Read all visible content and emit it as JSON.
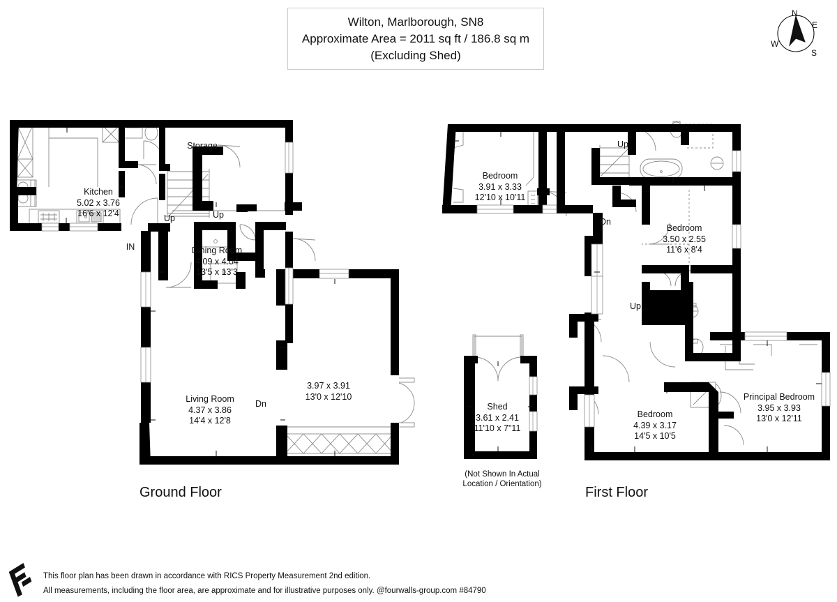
{
  "header": {
    "title_lines": [
      "Wilton, Marlborough, SN8",
      "Approximate Area = 2011 sq ft / 186.8 sq m",
      "(Excluding Shed)"
    ],
    "address": "Wilton, Marlborough, SN8",
    "area_line": "Approximate Area = 2011 sq ft / 186.8 sq m",
    "exclusion_line": "(Excluding Shed)"
  },
  "compass": {
    "north": "N",
    "east": "E",
    "south": "S",
    "west": "W"
  },
  "floors": {
    "ground": {
      "label": "Ground Floor"
    },
    "first": {
      "label": "First Floor"
    }
  },
  "ground_floor_rooms": [
    {
      "name": "Kitchen",
      "metric": "5.02 x 3.76",
      "imperial": "16'6 x 12'4"
    },
    {
      "name": "Storage",
      "metric": "",
      "imperial": ""
    },
    {
      "name": "Dining Room",
      "metric": "4.09 x 4.04",
      "imperial": "13'5 x 13'3"
    },
    {
      "name": "Living Room",
      "metric": "4.37 x 3.86",
      "imperial": "14'4 x 12'8"
    },
    {
      "name": "",
      "metric": "3.97 x 3.91",
      "imperial": "13'0 x 12'10"
    }
  ],
  "ground_floor_markers": [
    {
      "label": "IN"
    },
    {
      "label": "Up"
    },
    {
      "label": "Up"
    },
    {
      "label": "Dn"
    }
  ],
  "first_floor_rooms": [
    {
      "name": "Bedroom",
      "metric": "3.91 x 3.33",
      "imperial": "12'10 x 10'11"
    },
    {
      "name": "Bedroom",
      "metric": "3.50 x 2.55",
      "imperial": "11'6 x 8'4"
    },
    {
      "name": "Bedroom",
      "metric": "4.39 x 3.17",
      "imperial": "14'5 x 10'5"
    },
    {
      "name": "Principal Bedroom",
      "metric": "3.95 x 3.93",
      "imperial": "13'0 x 12'11"
    }
  ],
  "first_floor_markers": [
    {
      "label": "Up"
    },
    {
      "label": "Dn"
    },
    {
      "label": "Up"
    }
  ],
  "shed": {
    "name": "Shed",
    "metric": "3.61 x 2.41",
    "imperial": "11'10 x 7\"11",
    "note_line_1": "(Not Shown In Actual",
    "note_line_2": "Location / Orientation)"
  },
  "footer": {
    "line1": "This floor plan has been drawn in accordance with RICS Property Measurement 2nd edition.",
    "line2": "All measurements, including the floor area, are approximate and for illustrative purposes only. @fourwalls-group.com #84790"
  },
  "colors": {
    "wall": "#000000",
    "background": "#ffffff",
    "fixture_line": "#999999",
    "border": "#c9c9c9",
    "text": "#111111"
  }
}
